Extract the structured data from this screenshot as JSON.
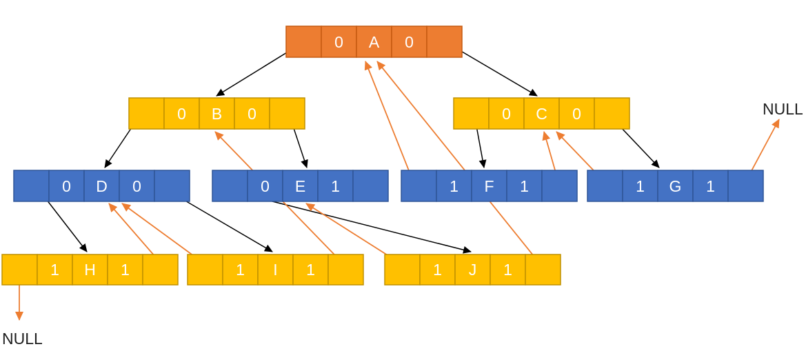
{
  "diagram_type": "threaded-binary-tree",
  "colors": {
    "root_node_fill": "#ED7D31",
    "yellow_node_fill": "#FFC000",
    "blue_node_fill": "#4472C4",
    "child_arrow": "#000000",
    "thread_arrow": "#ED7D31",
    "cell_text": "#FFFFFF",
    "null_text": "#202020"
  },
  "nodes": {
    "A": {
      "ltag": "0",
      "value": "A",
      "rtag": "0"
    },
    "B": {
      "ltag": "0",
      "value": "B",
      "rtag": "0"
    },
    "C": {
      "ltag": "0",
      "value": "C",
      "rtag": "0"
    },
    "D": {
      "ltag": "0",
      "value": "D",
      "rtag": "0"
    },
    "E": {
      "ltag": "0",
      "value": "E",
      "rtag": "1"
    },
    "F": {
      "ltag": "1",
      "value": "F",
      "rtag": "1"
    },
    "G": {
      "ltag": "1",
      "value": "G",
      "rtag": "1"
    },
    "H": {
      "ltag": "1",
      "value": "H",
      "rtag": "1"
    },
    "I": {
      "ltag": "1",
      "value": "I",
      "rtag": "1"
    },
    "J": {
      "ltag": "1",
      "value": "J",
      "rtag": "1"
    }
  },
  "labels": {
    "null_top_right": "NULL",
    "null_bottom_left": "NULL"
  },
  "edges": {
    "child_links": [
      "A.left -> B",
      "A.right -> C",
      "B.left -> D",
      "B.right -> E",
      "C.left -> F",
      "C.right -> G",
      "D.left -> H",
      "D.right -> I",
      "E.left -> J"
    ],
    "thread_links": [
      "H.left -> NULL(bottom)",
      "H.right -> D",
      "I.left -> D",
      "I.right -> B",
      "J.left -> E",
      "J.right -> A",
      "F.left -> A",
      "F.right -> C",
      "G.left -> C",
      "G.right -> NULL(top)"
    ]
  }
}
